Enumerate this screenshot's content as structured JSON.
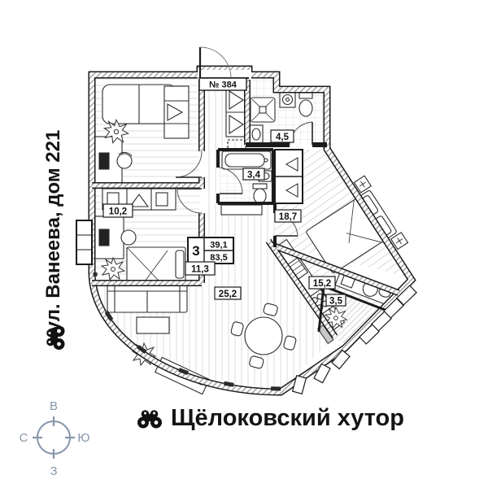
{
  "apartment": {
    "number_label": "№ 384",
    "summary": {
      "rooms_count": "3",
      "living_area": "39,1",
      "total_area": "83,5"
    },
    "areas": {
      "room_10_2": "10,2",
      "hallway_11_3": "11,3",
      "bathroom_4_5": "4,5",
      "wc_3_4": "3,4",
      "bedroom_18_7": "18,7",
      "kitchen_15_2": "15,2",
      "balcony_3_5": "3,5",
      "living_25_2": "25,2"
    }
  },
  "labels": {
    "street": "ул. Ванеева, дом 221",
    "district": "Щёлоковский хутор"
  },
  "compass": {
    "top": "В",
    "right": "Ю",
    "bottom": "З",
    "left": "С",
    "color": "#8696ab"
  },
  "colors": {
    "walls": "#1b1b1b",
    "floor_lines": "#d9d9d9",
    "compass": "#8696ab",
    "glass": "#c8c8c8"
  }
}
